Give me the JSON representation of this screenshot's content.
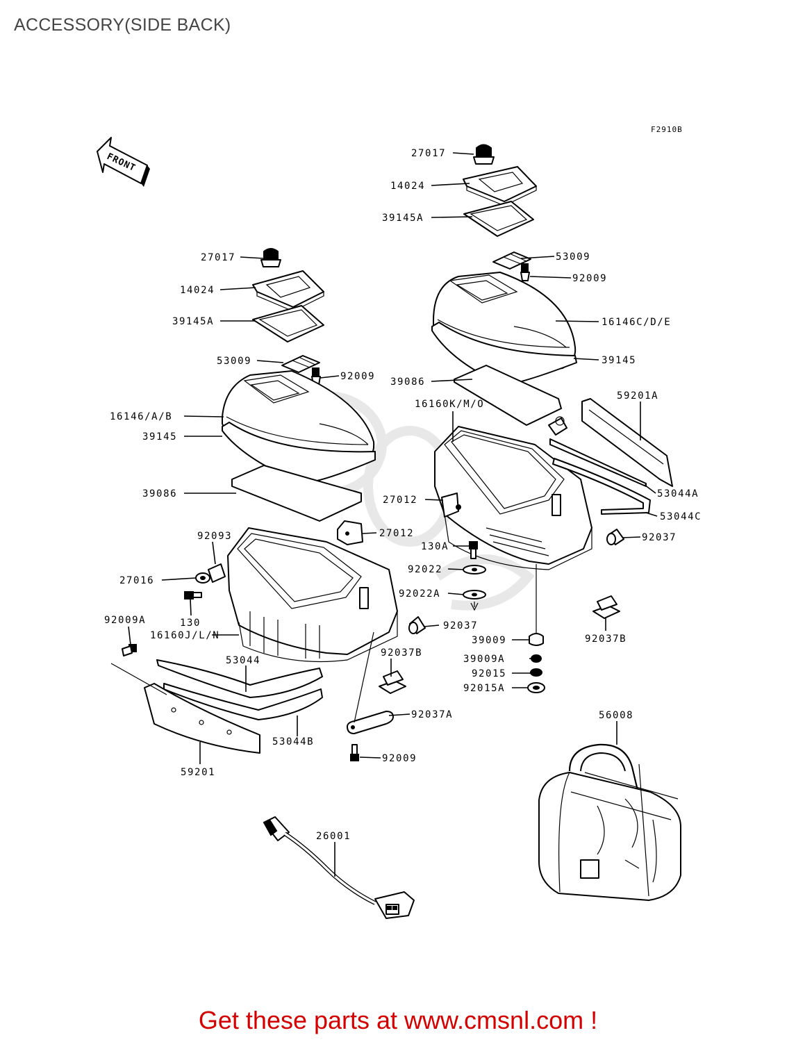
{
  "page": {
    "title": "ACCESSORY(SIDE BACK)"
  },
  "diagram": {
    "figure_code": "F2910B",
    "front_label": "FRONT",
    "parts": [
      {
        "id": "p1",
        "label": "27017"
      },
      {
        "id": "p2",
        "label": "14024"
      },
      {
        "id": "p3",
        "label": "39145A"
      },
      {
        "id": "p4",
        "label": "53009"
      },
      {
        "id": "p5",
        "label": "92009"
      },
      {
        "id": "p6",
        "label": "16146C/D/E"
      },
      {
        "id": "p7",
        "label": "39145"
      },
      {
        "id": "p8",
        "label": "39086"
      },
      {
        "id": "p9",
        "label": "59201A"
      },
      {
        "id": "p10",
        "label": "16160K/M/O"
      },
      {
        "id": "p11",
        "label": "53044A"
      },
      {
        "id": "p12",
        "label": "27012"
      },
      {
        "id": "p13",
        "label": "53044C"
      },
      {
        "id": "p14",
        "label": "92037"
      },
      {
        "id": "p15",
        "label": "130A"
      },
      {
        "id": "p16",
        "label": "92022"
      },
      {
        "id": "p17",
        "label": "92022A"
      },
      {
        "id": "p18",
        "label": "92037"
      },
      {
        "id": "p19",
        "label": "39009"
      },
      {
        "id": "p20",
        "label": "92037B"
      },
      {
        "id": "p21",
        "label": "39009A"
      },
      {
        "id": "p22",
        "label": "92015"
      },
      {
        "id": "p23",
        "label": "92015A"
      },
      {
        "id": "p24",
        "label": "27017"
      },
      {
        "id": "p25",
        "label": "14024"
      },
      {
        "id": "p26",
        "label": "39145A"
      },
      {
        "id": "p27",
        "label": "53009"
      },
      {
        "id": "p28",
        "label": "92009"
      },
      {
        "id": "p29",
        "label": "16146/A/B"
      },
      {
        "id": "p30",
        "label": "39145"
      },
      {
        "id": "p31",
        "label": "39086"
      },
      {
        "id": "p32",
        "label": "27012"
      },
      {
        "id": "p33",
        "label": "92093"
      },
      {
        "id": "p34",
        "label": "27016"
      },
      {
        "id": "p35",
        "label": "130"
      },
      {
        "id": "p36",
        "label": "92009A"
      },
      {
        "id": "p37",
        "label": "16160J/L/N"
      },
      {
        "id": "p38",
        "label": "53044"
      },
      {
        "id": "p39",
        "label": "92037B"
      },
      {
        "id": "p40",
        "label": "92037A"
      },
      {
        "id": "p41",
        "label": "53044B"
      },
      {
        "id": "p42",
        "label": "59201"
      },
      {
        "id": "p43",
        "label": "92009"
      },
      {
        "id": "p44",
        "label": "56008"
      },
      {
        "id": "p45",
        "label": "26001"
      }
    ]
  },
  "footer": {
    "promo": "Get these parts at www.cmsnl.com !"
  }
}
